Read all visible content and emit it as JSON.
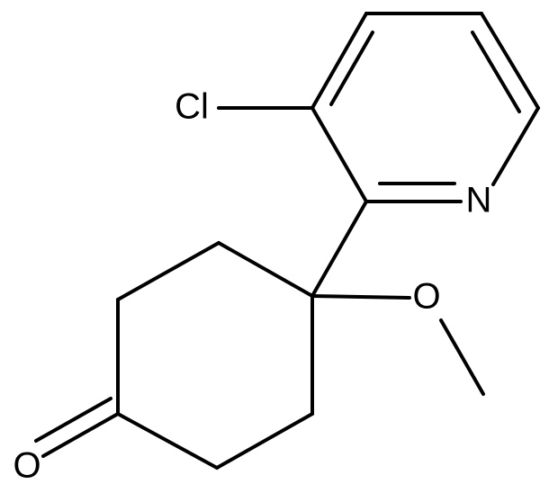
{
  "molecule": {
    "atoms": {
      "cl": "Cl",
      "n": "N",
      "o_methoxy": "O",
      "o_carbonyl": "O"
    },
    "colors": {
      "bond": "#000000",
      "text": "#000000",
      "background": "#ffffff"
    }
  }
}
